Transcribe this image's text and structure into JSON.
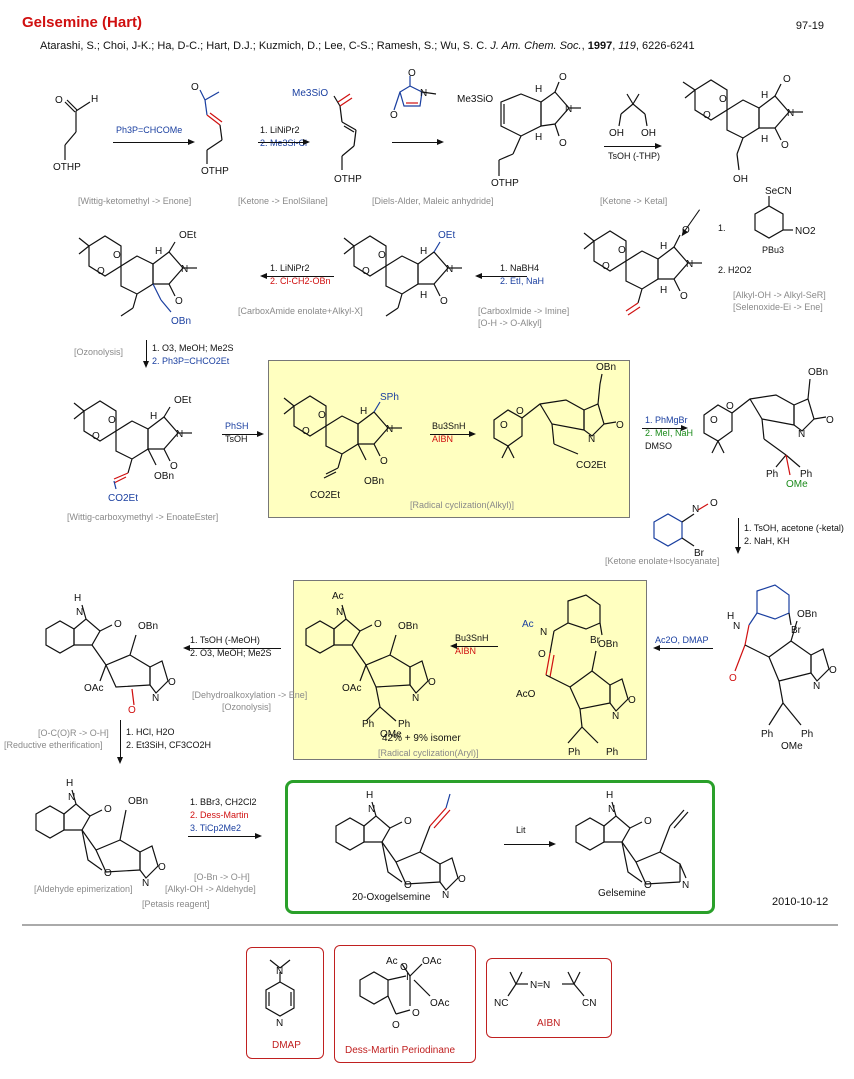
{
  "header": {
    "title": "Gelsemine (Hart)",
    "code": "97-19",
    "authors": "Atarashi, S.; Choi, J-K.; Ha, D-C.; Hart, D.J.; Kuzmich, D.; Lee, C-S.; Ramesh, S.; Wu, S. C.",
    "journal": "J. Am. Chem. Soc.",
    "year": "1997",
    "volume": "119",
    "pages": "6226-6241"
  },
  "date": "2010-10-12",
  "reagents": {
    "r1": "Ph3P=CHCOMe",
    "r2a": "1. LiNiPr2",
    "r2b": "2. Me3Si-Cl",
    "r4": "TsOH (-THP)",
    "r5a": "1.",
    "r5b": "2. H2O2",
    "r5pbu": "PBu3",
    "r6a": "1. NaBH4",
    "r6b": "2. EtI, NaH",
    "r7a": "1. LiNiPr2",
    "r7b": "2. Cl-CH2-OBn",
    "r8a": "1. O3, MeOH; Me2S",
    "r8b": "2. Ph3P=CHCO2Et",
    "r9a": "PhSH",
    "r9b": "TsOH",
    "r10a": "Bu3SnH",
    "r10b": "AIBN",
    "r11a": "1. PhMgBr",
    "r11b": "2. MeI, NaH",
    "r11c": "DMSO",
    "r12a": "1. TsOH, acetone (-ketal)",
    "r12b": "2. NaH, KH",
    "r13": "Ac2O, DMAP",
    "r14a": "Bu3SnH",
    "r14b": "AIBN",
    "r15a": "1. TsOH (-MeOH)",
    "r15b": "2. O3, MeOH; Me2S",
    "r16a": "1. HCl, H2O",
    "r16b": "2. Et3SiH, CF3CO2H",
    "r17a": "1. BBr3, CH2Cl2",
    "r17b": "2. Dess-Martin",
    "r17c": "3. TiCp2Me2",
    "r18": "Lit"
  },
  "labels": {
    "l1": "[Wittig-ketomethyl -> Enone]",
    "l2": "[Ketone -> EnolSilane]",
    "l3": "[Diels-Alder, Maleic anhydride]",
    "l4": "[Ketone -> Ketal]",
    "l5a": "[Alkyl-OH -> Alkyl-SeR]",
    "l5b": "[Selenoxide-Ei -> Ene]",
    "l6a": "[CarboxImide -> Imine]",
    "l6b": "[O-H -> O-Alkyl]",
    "l7": "[CarboxAmide enolate+Alkyl-X]",
    "l8": "[Ozonolysis]",
    "l9": "[Wittig-carboxymethyl -> EnoateEster]",
    "l10": "[Radical cyclization(Alkyl)]",
    "l12": "[Ketone enolate+Isocyanate]",
    "l14": "[Radical cyclization(Aryl)]",
    "l15a": "[Dehydroalkoxylation -> Ene]",
    "l15b": "[Ozonolysis]",
    "l16a": "[O-C(O)R -> O-H]",
    "l16b": "[Reductive etherification]",
    "l17a": "[Aldehyde epimerization]",
    "l17b": "[O-Bn -> O-H]",
    "l17c": "[Alkyl-OH -> Aldehyde]",
    "l17d": "[Petasis reagent]"
  },
  "compounds": {
    "yield": "42% + 9% isomer",
    "oxo": "20-Oxogelsemine",
    "gelsemine": "Gelsemine"
  },
  "atoms": {
    "othp": "OTHP",
    "me3sio": "Me3SiO",
    "oh": "OH",
    "oet": "OEt",
    "obn": "OBn",
    "sph": "SPh",
    "co2et": "CO2Et",
    "ome": "OMe",
    "ph": "Ph",
    "ac": "Ac",
    "oac": "OAc",
    "acO": "AcO",
    "br": "Br",
    "n": "N",
    "h": "H",
    "o": "O",
    "secn": "SeCN",
    "no2": "NO2"
  },
  "legend": {
    "dmap": "DMAP",
    "dmp": "Dess-Martin Periodinane",
    "aibn": "AIBN",
    "nc": "NC",
    "cn": "CN",
    "n_eq": "N=N"
  },
  "colors": {
    "accent_red": "#d01010",
    "blue": "#1a3fa0",
    "green_box": "#2aa02a",
    "highlight": "#ffffc0"
  }
}
